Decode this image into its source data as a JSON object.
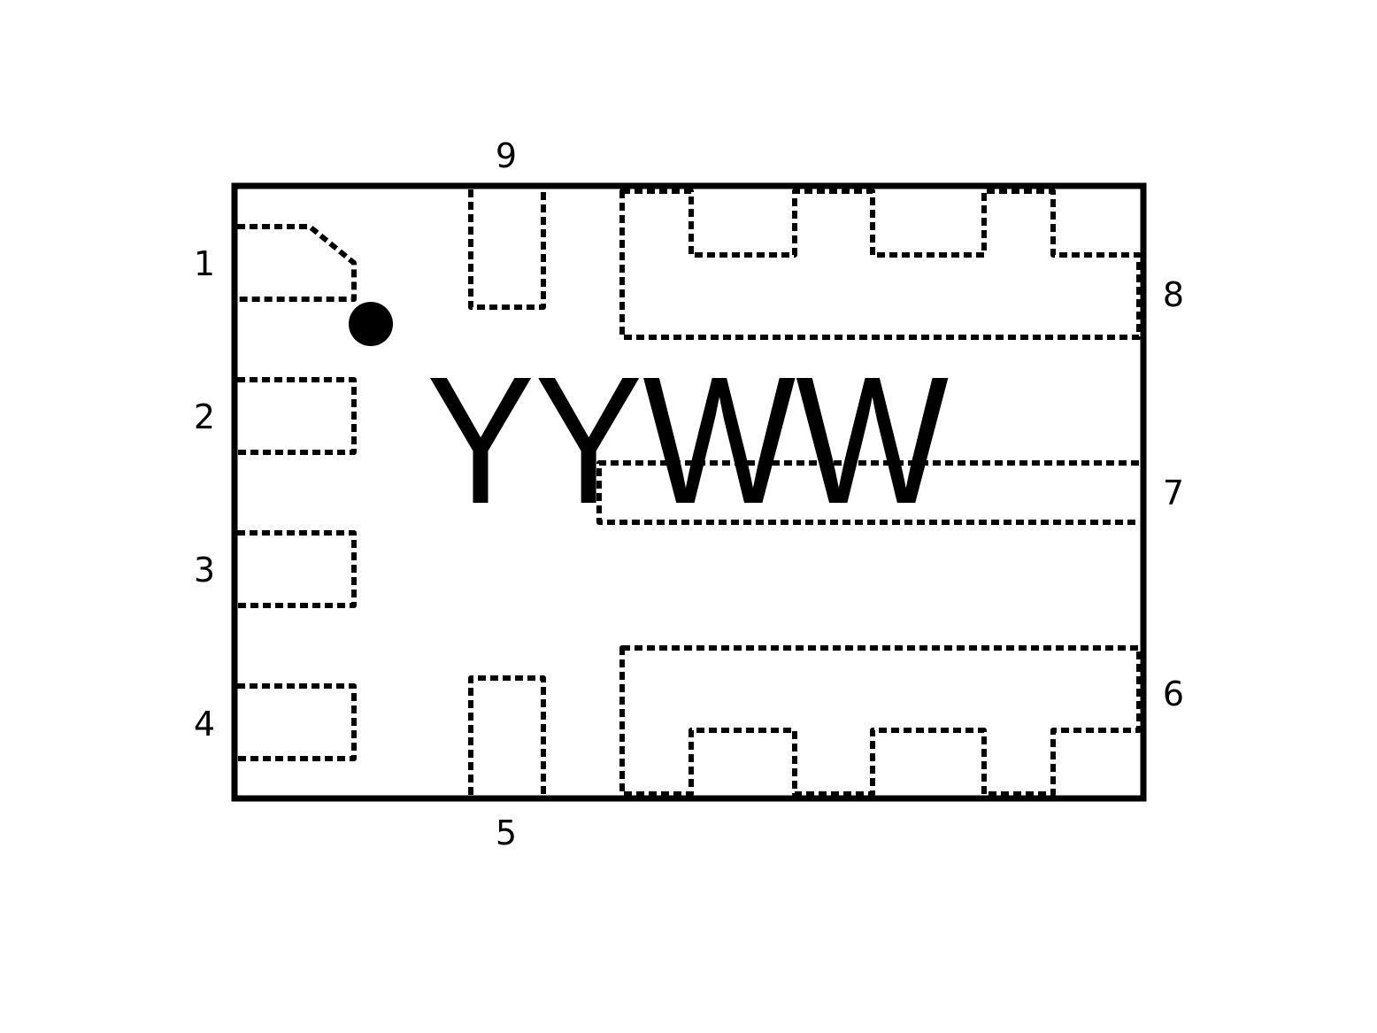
{
  "marking_text": "YYWW",
  "pin_labels": {
    "pin1": "1",
    "pin2": "2",
    "pin3": "3",
    "pin4": "4",
    "pin5": "5",
    "pin6": "6",
    "pin7": "7",
    "pin8": "8",
    "pin9": "9"
  },
  "colors": {
    "ink": "#000000",
    "background": "#ffffff"
  },
  "icons": {
    "pin1_indicator": "pin-one-dot-icon"
  }
}
